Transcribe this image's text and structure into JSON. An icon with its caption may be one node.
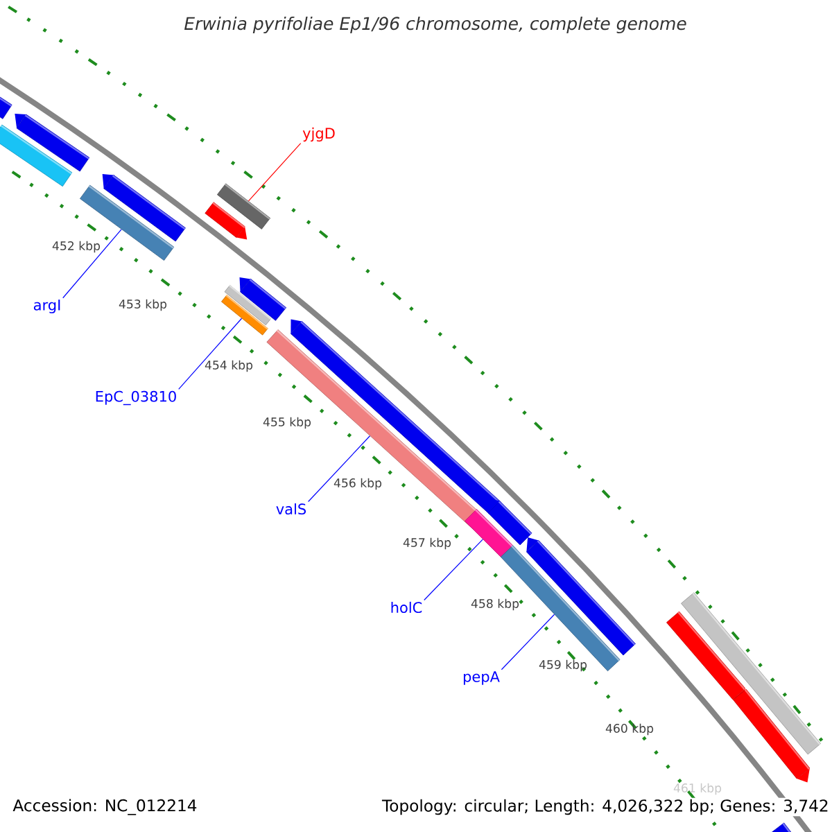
{
  "diagram": {
    "title": "Erwinia pyrifoliae Ep1/96 chromosome, complete genome",
    "nodes": [
      {
        "text": [
          "yjgD"
        ]
      },
      {
        "text": [],
        "shape": "bar"
      },
      {
        "text": [],
        "shape": "bar"
      },
      {
        "text": [],
        "shape": "bar"
      },
      {
        "text": [],
        "shape": "bar"
      },
      {
        "text": [],
        "shape": "bar"
      },
      {
        "text": [],
        "shape": "bar"
      },
      {
        "text": [],
        "shape": "bar"
      },
      {
        "text": [
          "argI"
        ]
      },
      {
        "text": [],
        "shape": "bar"
      },
      {
        "text": [],
        "shape": "bar"
      },
      {
        "text": [],
        "shape": "bar"
      },
      {
        "text": [
          "EpC_03810"
        ]
      },
      {
        "text": [],
        "shape": "bar"
      },
      {
        "text": [],
        "shape": "bar"
      },
      {
        "text": [
          "valS"
        ]
      },
      {
        "text": [],
        "shape": "bar"
      },
      {
        "text": [],
        "shape": "bar"
      },
      {
        "text": [
          "holC"
        ]
      },
      {
        "text": [],
        "shape": "bar"
      },
      {
        "text": [],
        "shape": "bar"
      },
      {
        "text": [
          "pepA"
        ]
      },
      {
        "text": [],
        "shape": "bar"
      },
      {
        "text": [],
        "shape": "bar"
      },
      {
        "text": [],
        "shape": "bar"
      },
      {
        "text": [],
        "shape": "bar"
      }
    ],
    "edges": [
      {
        "from": 0,
        "to": 5,
        "arrow": "none",
        "color": "#ff0000"
      },
      {
        "from": 8,
        "to": 7,
        "arrow": "none"
      },
      {
        "from": 12,
        "to": 11,
        "arrow": "none"
      },
      {
        "from": 15,
        "to": 14,
        "arrow": "none"
      },
      {
        "from": 18,
        "to": 17,
        "arrow": "none"
      },
      {
        "from": 21,
        "to": 20,
        "arrow": "none"
      }
    ],
    "labels": [
      "452 kbp",
      "453 kbp",
      "454 kbp",
      "455 kbp",
      "456 kbp",
      "457 kbp",
      "458 kbp",
      "459 kbp",
      "460 kbp",
      "461 kbp",
      "Accession: NC_012214",
      "Topology: circular; Length: 4,026,322 bp; Genes: 3,742"
    ]
  }
}
